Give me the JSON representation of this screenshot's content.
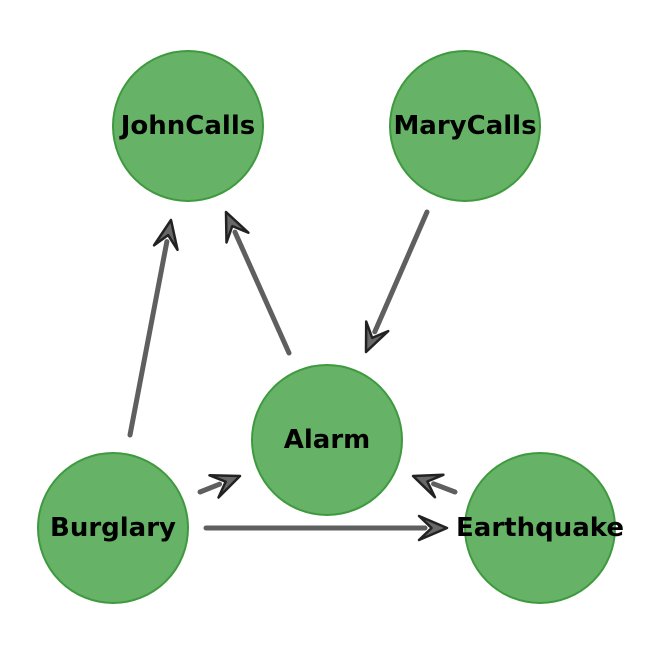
{
  "diagram": {
    "colors": {
      "node_fill": "#66b266",
      "node_stroke": "#3f9a3f",
      "edge": "#5f5f5f",
      "arrow_head": "#4d4d4d",
      "label": "#000000"
    },
    "nodes": {
      "johncalls": {
        "label": "JohnCalls"
      },
      "marycalls": {
        "label": "MaryCalls"
      },
      "alarm": {
        "label": "Alarm"
      },
      "burglary": {
        "label": "Burglary"
      },
      "earthquake": {
        "label": "Earthquake"
      }
    },
    "edges": [
      {
        "from": "burglary",
        "to": "johncalls"
      },
      {
        "from": "alarm",
        "to": "johncalls"
      },
      {
        "from": "marycalls",
        "to": "alarm"
      },
      {
        "from": "burglary",
        "to": "alarm"
      },
      {
        "from": "earthquake",
        "to": "alarm"
      },
      {
        "from": "burglary",
        "to": "earthquake"
      }
    ]
  }
}
